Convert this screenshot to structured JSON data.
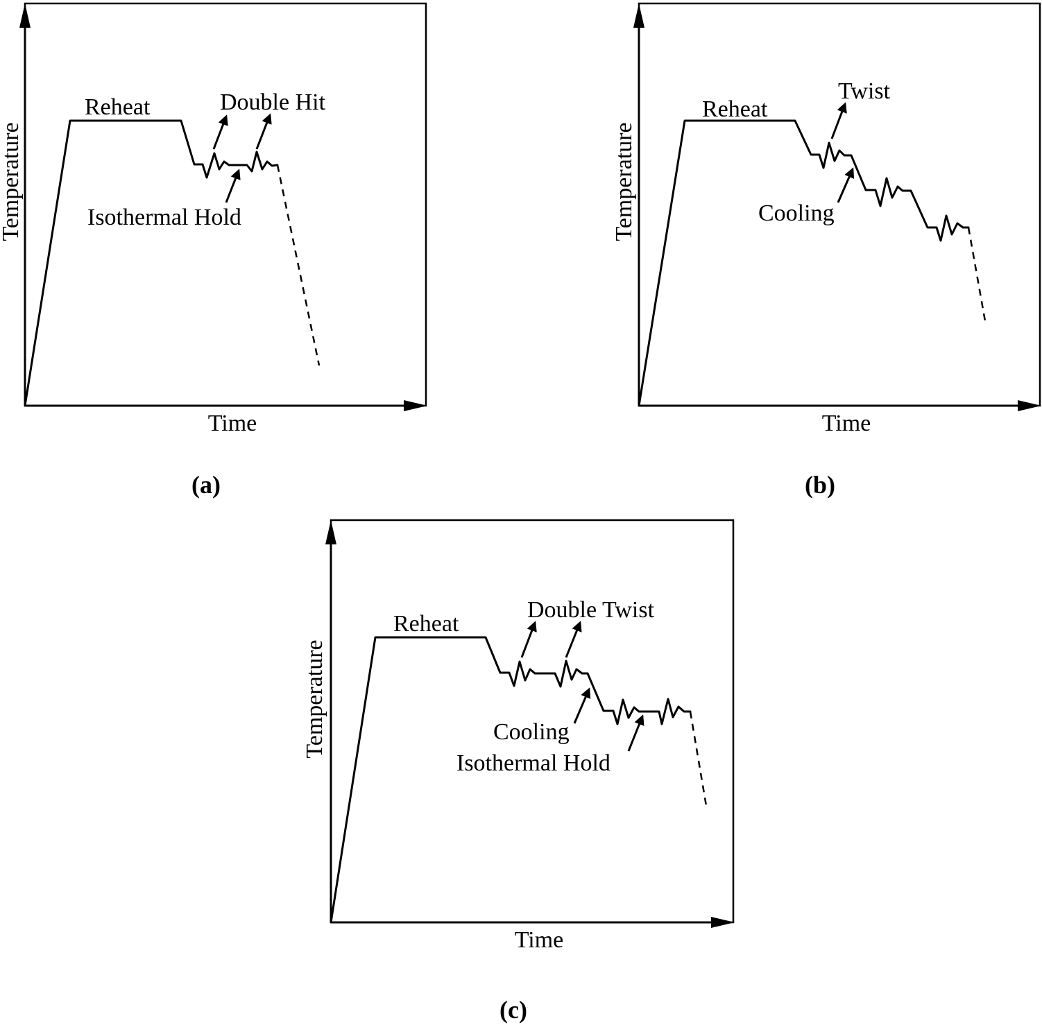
{
  "panels": [
    {
      "id": "a",
      "label": "(a)",
      "x_label": "Time",
      "y_label": "Temperature",
      "annotations": {
        "reheat": "Reheat",
        "deformation": "Double Hit",
        "hold": "Isothermal Hold"
      }
    },
    {
      "id": "b",
      "label": "(b)",
      "x_label": "Time",
      "y_label": "Temperature",
      "annotations": {
        "reheat": "Reheat",
        "deformation": "Twist",
        "cooling": "Cooling"
      }
    },
    {
      "id": "c",
      "label": "(c)",
      "x_label": "Time",
      "y_label": "Temperature",
      "annotations": {
        "reheat": "Reheat",
        "deformation": "Double Twist",
        "cooling": "Cooling",
        "hold": "Isothermal Hold"
      }
    }
  ],
  "colors": {
    "ink": "#000000",
    "background": "#ffffff"
  }
}
